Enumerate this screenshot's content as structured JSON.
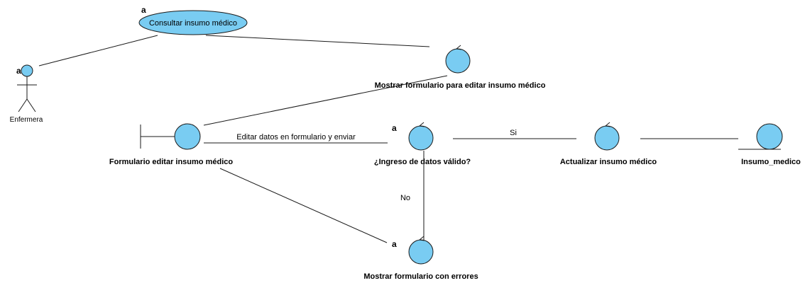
{
  "colors": {
    "fill": "#79ccf2",
    "stroke": "#1a1a1a",
    "line": "#1a1a1a",
    "text": "#000000"
  },
  "usecase": {
    "label": "Consultar insumo médico",
    "marker": "a"
  },
  "actor": {
    "label": "Enfermera",
    "marker": "a"
  },
  "controls": {
    "mostrar_editar": {
      "label": "Mostrar formulario para editar insumo médico"
    },
    "ingreso_valido": {
      "label": "¿Ingreso de datos válido?",
      "marker": "a"
    },
    "actualizar": {
      "label": "Actualizar insumo médico"
    },
    "mostrar_errores": {
      "label": "Mostrar formulario con errores",
      "marker": "a"
    }
  },
  "boundary": {
    "label": "Formulario editar insumo médico"
  },
  "entity": {
    "label": "Insumo_medico"
  },
  "connections": {
    "editar_enviar": "Editar datos en formulario y enviar",
    "si": "Si",
    "no": "No"
  }
}
